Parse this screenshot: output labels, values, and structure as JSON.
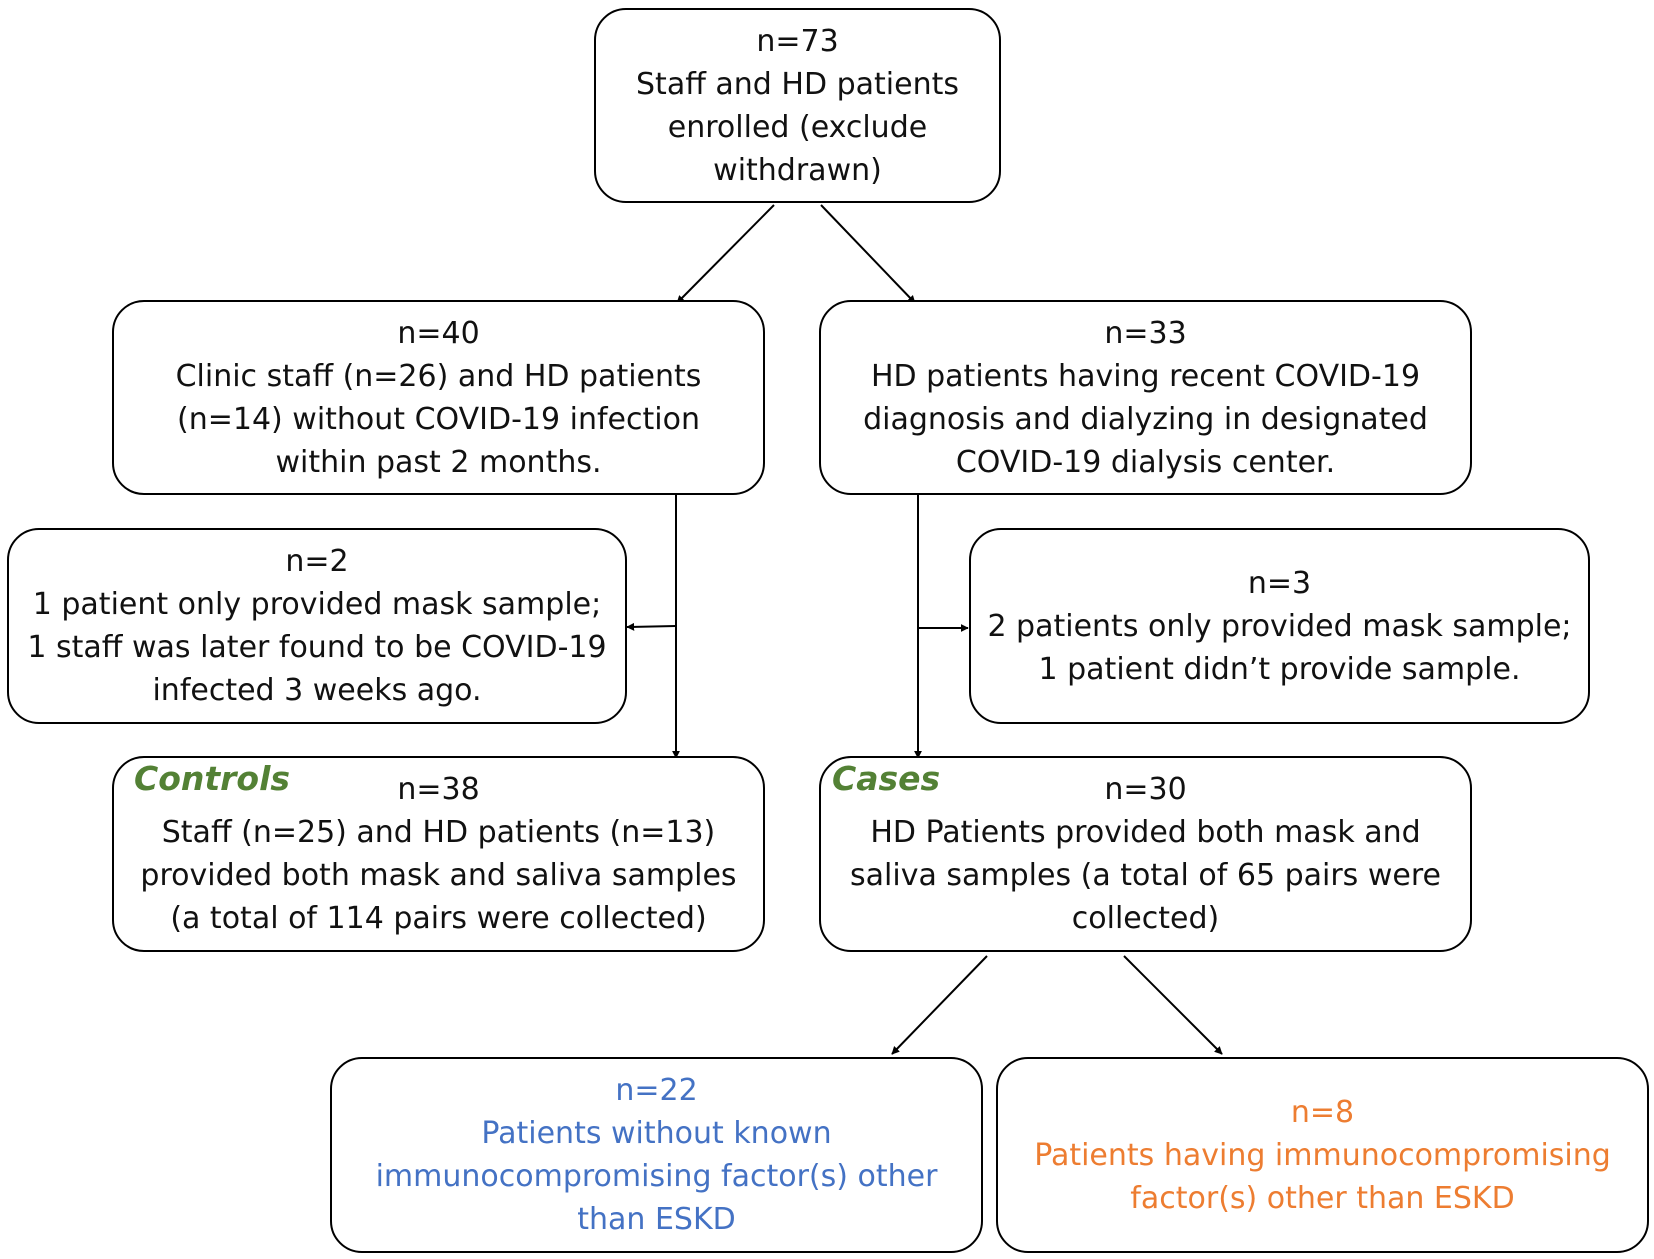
{
  "colors": {
    "stroke": "#000000",
    "text": "#111111",
    "group_label": "#538135",
    "subgroup_without": "#4472c4",
    "subgroup_with": "#ed7d31"
  },
  "nodes": {
    "enrolled": {
      "n": "n=73",
      "lines": [
        "Staff and HD patients",
        "enrolled (exclude",
        "withdrawn)"
      ]
    },
    "no_covid": {
      "n": "n=40",
      "lines": [
        "Clinic staff (n=26) and HD patients",
        "(n=14) without COVID-19 infection",
        "within past 2 months."
      ]
    },
    "covid": {
      "n": "n=33",
      "lines": [
        "HD patients having recent COVID-19",
        "diagnosis and dialyzing in designated",
        "COVID-19 dialysis center."
      ]
    },
    "excluded_left": {
      "n": "n=2",
      "lines": [
        "1 patient only provided mask sample;",
        "1 staff was later found to be COVID-19",
        "infected 3 weeks ago."
      ]
    },
    "excluded_right": {
      "n": "n=3",
      "lines": [
        "2 patients only provided mask sample;",
        "1 patient didn’t provide sample."
      ]
    },
    "controls": {
      "label": "Controls",
      "n": "n=38",
      "lines": [
        "Staff (n=25) and HD patients (n=13)",
        "provided both mask and saliva samples",
        "(a total of 114 pairs were collected)"
      ]
    },
    "cases": {
      "label": "Cases",
      "n": "n=30",
      "lines": [
        "HD Patients provided both mask and",
        "saliva samples (a total of 65 pairs were",
        "collected)"
      ]
    },
    "without_factor": {
      "n": "n=22",
      "lines": [
        "Patients without known",
        "immunocompromising factor(s) other",
        "than ESKD"
      ]
    },
    "with_factor": {
      "n": "n=8",
      "lines": [
        "Patients having immunocompromising",
        "factor(s) other than ESKD"
      ]
    }
  }
}
